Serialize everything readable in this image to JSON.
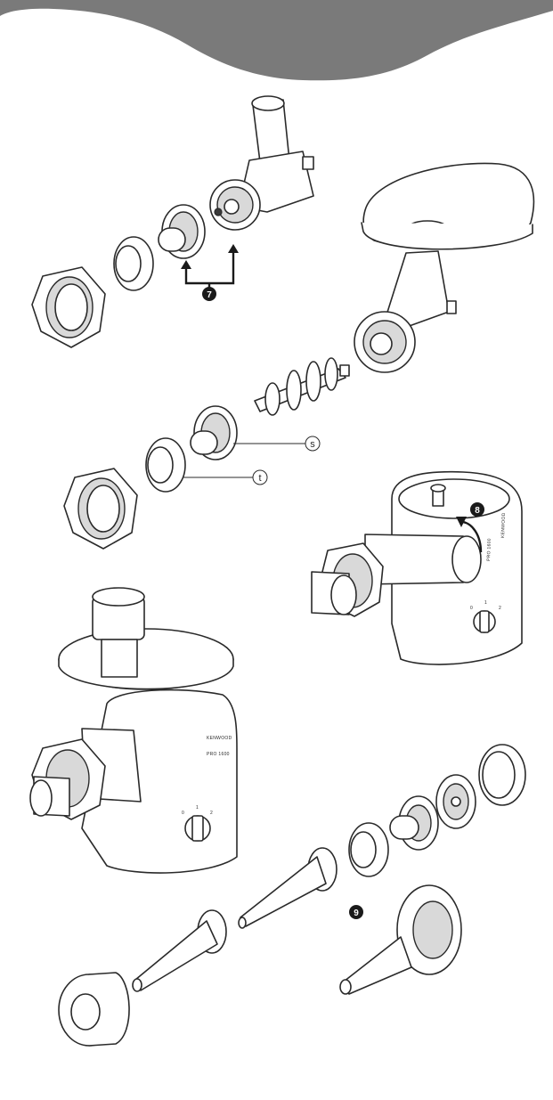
{
  "header": {
    "band_color": "#7a7a7a"
  },
  "steps": [
    {
      "id": "step-7",
      "number": "7"
    },
    {
      "id": "step-8",
      "number": "8"
    },
    {
      "id": "step-9",
      "number": "9"
    }
  ],
  "callouts": [
    {
      "id": "callout-s",
      "letter": "s"
    },
    {
      "id": "callout-t",
      "letter": "t"
    }
  ],
  "appliance": {
    "brand": "KENWOOD",
    "model": "PRO 1600",
    "dial_marks": [
      "0",
      "1",
      "2"
    ]
  }
}
